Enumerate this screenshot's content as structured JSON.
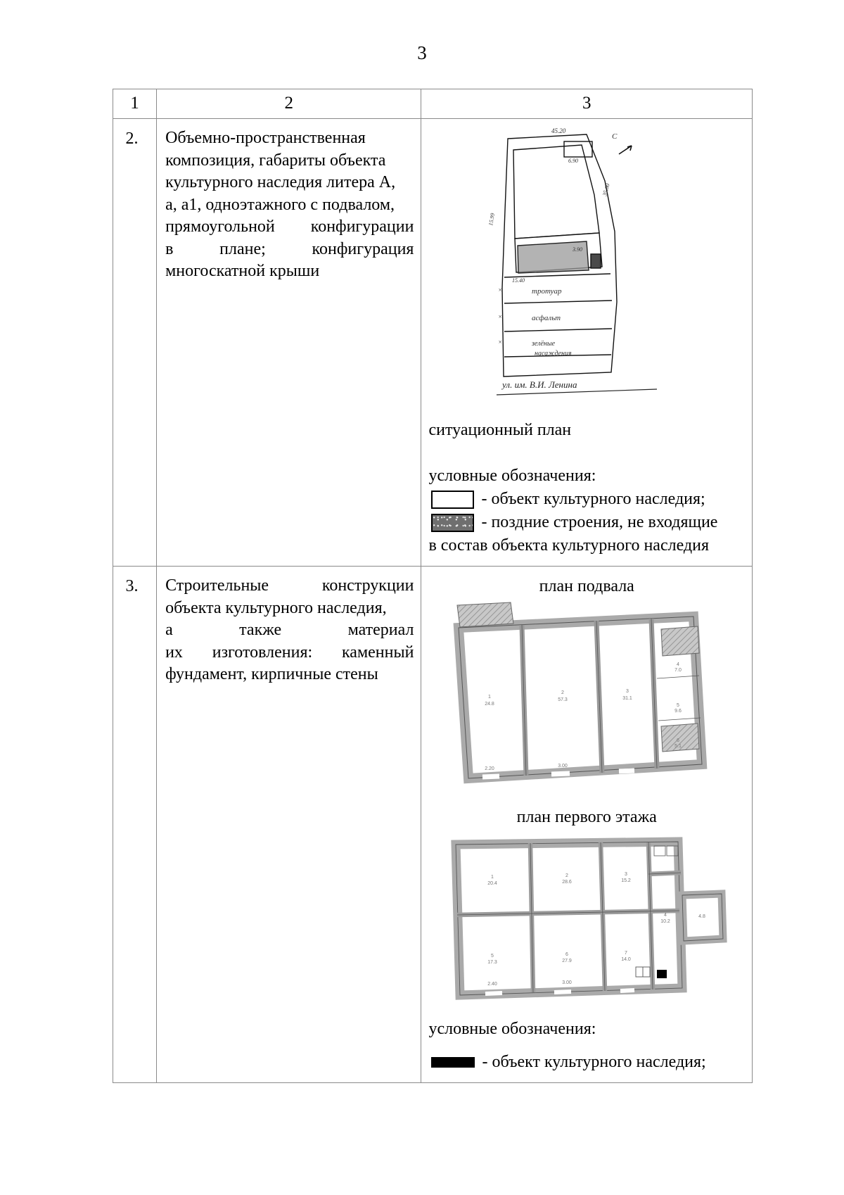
{
  "document": {
    "page_number": "3"
  },
  "table": {
    "header": {
      "col1": "1",
      "col2": "2",
      "col3": "3"
    },
    "rows": [
      {
        "number": "2.",
        "description_lines": [
          "Объемно-пространственная",
          "композиция, габариты объекта",
          "культурного наследия литера А,",
          "а, а1, одноэтажного с подвалом,",
          "прямоугольной конфигурации",
          "в плане; конфигурация",
          "многоскатной крыши"
        ],
        "media": {
          "caption": "ситуационный план",
          "legend_title": "условные обозначения:",
          "legend_items": [
            {
              "swatch": "outline-rect-swatch",
              "label": "- объект культурного наследия;"
            },
            {
              "swatch": "hatched-rect-swatch",
              "label": "- поздние строения, не входящие"
            }
          ],
          "legend_continuation": "в состав объекта культурного наследия",
          "drawing_labels": {
            "north_marker": "С",
            "dim_top": "45.20",
            "dim_small_1": "6.90",
            "dim_right": "35.00",
            "dim_left": "15.99",
            "dim_bottom": "15.40",
            "dim_inner": "3.90",
            "sidewalk": "тротуар",
            "asphalt": "асфальт",
            "green_zone": "зелёные насаждения",
            "street": "ул. им. В.И. Ленина"
          }
        }
      },
      {
        "number": "3.",
        "description_lines": [
          "Строительные конструкции",
          "объекта культурного наследия,",
          "а также материал",
          "их изготовления: каменный",
          "фундамент, кирпичные стены"
        ],
        "media": {
          "caption_basement": "план подвала",
          "caption_first_floor": "план первого этажа",
          "legend_title": "условные обозначения:",
          "legend_items": [
            {
              "swatch": "solid-black-bar-swatch",
              "label": "- объект культурного наследия;"
            }
          ]
        }
      }
    ]
  }
}
